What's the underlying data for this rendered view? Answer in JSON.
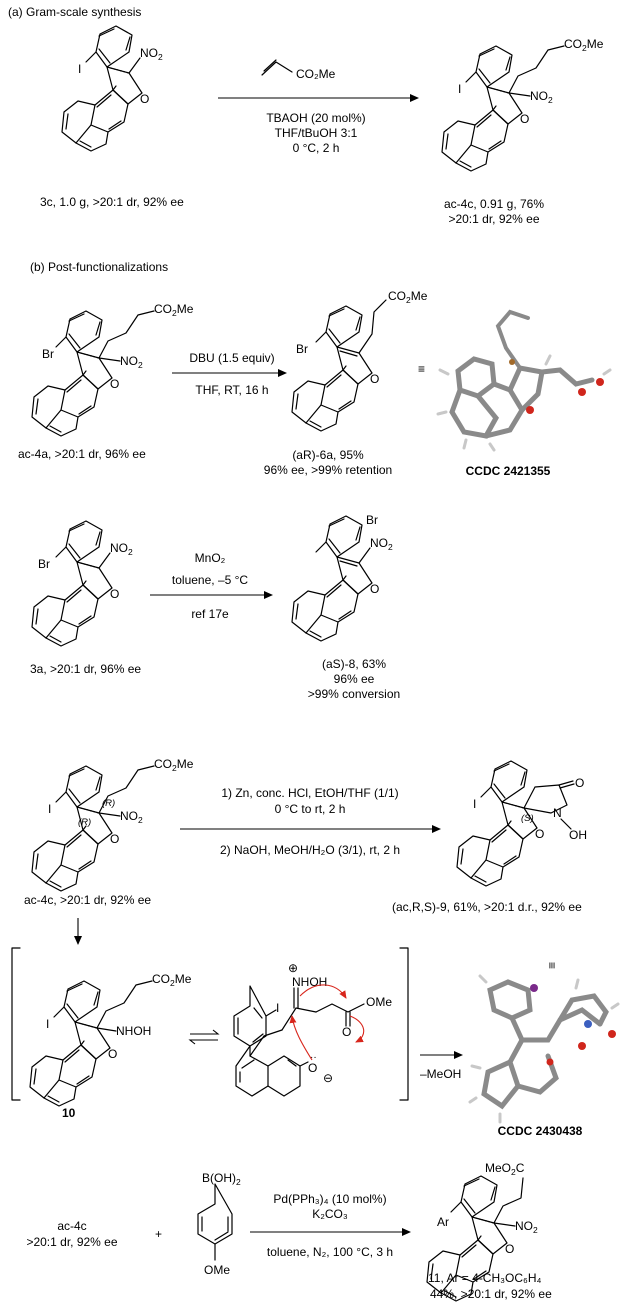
{
  "sections": {
    "a_title": "(a) Gram-scale synthesis",
    "b_title": "(b) Post-functionalizations"
  },
  "atoms": {
    "no2": "NO",
    "no2_sub": "2",
    "o": "O",
    "i": "I",
    "br": "Br",
    "n": "N",
    "oh": "OH",
    "co2me_a": "CO",
    "co2me_sub": "2",
    "co2me_b": "Me",
    "meo2c_a": "MeO",
    "meo2c_b": "C",
    "ome": "OMe",
    "nhoh": "NHOH",
    "r_label": "(R)",
    "s_label": "(S)",
    "ar": "Ar",
    "boh2_a": "B(OH)",
    "boh2_sub": "2",
    "neg": "⊖",
    "pos": "⊕",
    "lone": "··"
  },
  "reactions": {
    "r1": {
      "reagent": "CO₂Me",
      "cond1": "TBAOH (20 mol%)",
      "cond2": "THF/tBuOH 3:1",
      "cond3": "0 °C, 2 h",
      "sm_label": "3c, 1.0 g, >20:1 dr, 92% ee",
      "prod_label1": "ac-4c, 0.91 g, 76%",
      "prod_label2": ">20:1 dr, 92% ee"
    },
    "r2": {
      "cond1": "DBU (1.5 equiv)",
      "cond2": "THF, RT, 16 h",
      "sm_label": "ac-4a, >20:1 dr, 96% ee",
      "prod_label1": "(aR)-6a, 95%",
      "prod_label2": "96% ee, >99% retention",
      "equiv": "≡",
      "ccdc": "CCDC 2421355"
    },
    "r3": {
      "cond1": "MnO₂",
      "cond2": "toluene, –5 °C",
      "cond3": "ref 17e",
      "sm_label": "3a, >20:1 dr, 96% ee",
      "prod_label1": "(aS)-8, 63%",
      "prod_label2": "96% ee",
      "prod_label3": ">99% conversion"
    },
    "r4": {
      "cond1": "1) Zn, conc. HCl, EtOH/THF (1/1)",
      "cond2": "0 °C to rt, 2 h",
      "cond3": "2) NaOH, MeOH/H₂O (3/1), rt, 2 h",
      "sm_label": "ac-4c, >20:1 dr, 92% ee",
      "prod_label": "(ac,R,S)-9, 61%, >20:1 d.r., 92% ee",
      "int_label": "10",
      "minus_meoh": "–MeOH",
      "equiv": "≡",
      "ccdc": "CCDC 2430438"
    },
    "r5": {
      "sm_label1": "ac-4c",
      "sm_label2": ">20:1 dr, 92% ee",
      "plus": "+",
      "cond1": "Pd(PPh₃)₄ (10 mol%)",
      "cond2": "K₂CO₃",
      "cond3": "toluene, N₂, 100 °C, 3 h",
      "prod_label1": "11, Ar = 4-CH₃OC₆H₄",
      "prod_label2": "44%, >20:1 dr, 92% ee"
    }
  }
}
